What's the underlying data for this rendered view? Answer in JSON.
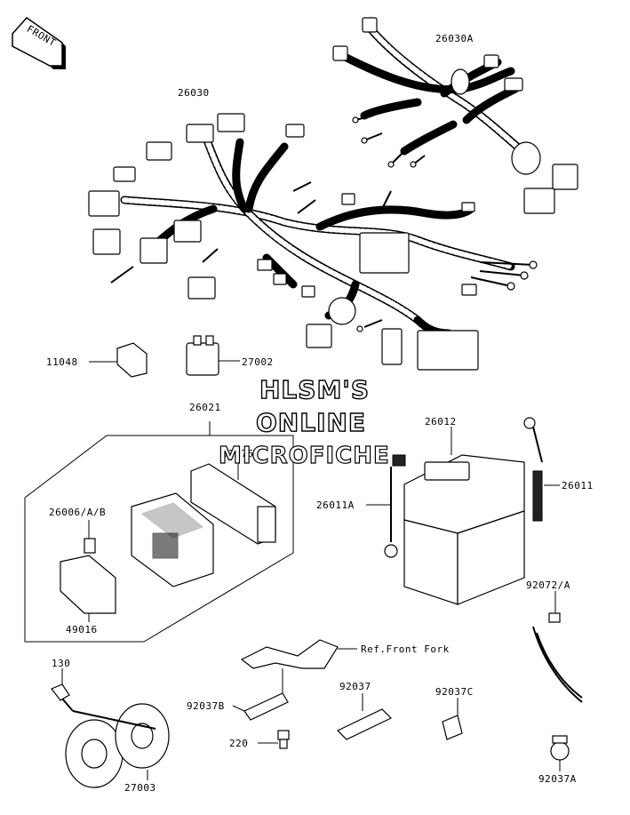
{
  "front_badge": "FRONT",
  "watermark": {
    "line1": "HLSM'S",
    "line2": "ONLINE",
    "line3": "MICROFICHE"
  },
  "parts": {
    "harness_26030A": "26030A",
    "harness_26030": "26030",
    "clip_11048": "11048",
    "relay_27002": "27002",
    "kit_26021": "26021",
    "band_92075": "92075",
    "fuse_26006": "26006/A/B",
    "battery_26012": "26012",
    "cover_49016": "49016",
    "lead_26011A": "26011A",
    "lead_26011": "26011",
    "band_92072A": "92072/A",
    "ref_front_fork": "Ref.Front Fork",
    "bolt_130": "130",
    "plate_92037B": "92037B",
    "plate_92037": "92037",
    "plate_92037C": "92037C",
    "bolt_220": "220",
    "horn_27003": "27003",
    "clamp_92037A": "92037A"
  }
}
